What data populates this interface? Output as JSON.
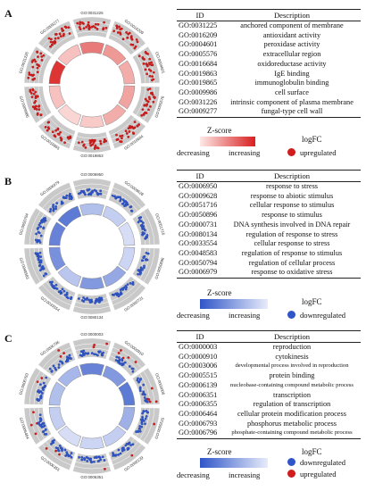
{
  "panels": [
    {
      "label": "A",
      "header": {
        "id": "ID",
        "desc": "Description"
      },
      "terms": [
        {
          "id": "GO:0031225",
          "desc": "anchored component of membrane"
        },
        {
          "id": "GO:0016209",
          "desc": "antioxidant activity"
        },
        {
          "id": "GO:0004601",
          "desc": "peroxidase activity"
        },
        {
          "id": "GO:0005576",
          "desc": "extracellular region"
        },
        {
          "id": "GO:0016684",
          "desc": "oxidoreductase activity"
        },
        {
          "id": "GO:0019863",
          "desc": "IgE binding"
        },
        {
          "id": "GO:0019865",
          "desc": "immunoglobulin binding"
        },
        {
          "id": "GO:0009986",
          "desc": "cell surface"
        },
        {
          "id": "GO:0031226",
          "desc": "intrinsic component of plasma membrane"
        },
        {
          "id": "GO:0009277",
          "desc": "fungal-type cell wall"
        }
      ],
      "circle_labels": [
        "GO:0031225",
        "GO:0016209",
        "GO:0004601",
        "GO:0005576",
        "GO:0016684",
        "GO:0019863",
        "GO:0019865",
        "GO:0009986",
        "GO:0031226",
        "GO:0009277"
      ],
      "zscore_fractions": [
        0.55,
        0.4,
        0.3,
        0.35,
        0.3,
        0.15,
        0.1,
        0.2,
        0.9,
        0.2
      ],
      "zscore_label": "Z-score",
      "zscore_low": "decreasing",
      "zscore_high": "increasing",
      "zscore_colors": [
        "#fde9e7",
        "#d92020"
      ],
      "logfc_label": "logFC",
      "points": [
        {
          "label": "upregulated",
          "color": "#d01c1c"
        }
      ]
    },
    {
      "label": "B",
      "header": {
        "id": "ID",
        "desc": "Description"
      },
      "terms": [
        {
          "id": "GO:0006950",
          "desc": "response to stress"
        },
        {
          "id": "GO:0009628",
          "desc": "response to abiotic stimulus"
        },
        {
          "id": "GO:0051716",
          "desc": "cellular response to stimulus"
        },
        {
          "id": "GO:0050896",
          "desc": "response to stimulus"
        },
        {
          "id": "GO:0000731",
          "desc": "DNA synthesis involved in DNA repair"
        },
        {
          "id": "GO:0080134",
          "desc": "regulation of response to stress"
        },
        {
          "id": "GO:0033554",
          "desc": "cellular response to stress"
        },
        {
          "id": "GO:0048583",
          "desc": "regulation of response to stimulus"
        },
        {
          "id": "GO:0050794",
          "desc": "regulation of cellular process"
        },
        {
          "id": "GO:0006979",
          "desc": "response to oxidative stress"
        }
      ],
      "circle_labels": [
        "GO:0006950",
        "GO:0009628",
        "GO:0051716",
        "GO:0050896",
        "GO:0000731",
        "GO:0080134",
        "GO:0033554",
        "GO:0048583",
        "GO:0050794",
        "GO:0006979"
      ],
      "zscore_fractions": [
        0.7,
        0.8,
        0.9,
        0.85,
        0.55,
        0.45,
        0.75,
        0.4,
        0.3,
        0.25
      ],
      "zscore_label": "Z-score",
      "zscore_low": "decreasing",
      "zscore_high": "increasing",
      "zscore_colors": [
        "#2f55c8",
        "#e8ecfa"
      ],
      "logfc_label": "logFC",
      "points": [
        {
          "label": "downregulated",
          "color": "#2f55c8"
        }
      ]
    },
    {
      "label": "C",
      "header": {
        "id": "ID",
        "desc": "Description"
      },
      "terms": [
        {
          "id": "GO:0000003",
          "desc": "reproduction",
          "small": false
        },
        {
          "id": "GO:0000910",
          "desc": "cytokinesis",
          "small": false
        },
        {
          "id": "GO:0003006",
          "desc": "developmental process involved in reproduction",
          "small": true
        },
        {
          "id": "GO:0005515",
          "desc": "protein binding",
          "small": false
        },
        {
          "id": "GO:0006139",
          "desc": "nucleobase-containing compound metabolic process",
          "small": true
        },
        {
          "id": "GO:0006351",
          "desc": "transcription",
          "small": false
        },
        {
          "id": "GO:0006355",
          "desc": "regulation of transcription",
          "small": false
        },
        {
          "id": "GO:0006464",
          "desc": "cellular protein modification process",
          "small": false
        },
        {
          "id": "GO:0006793",
          "desc": "phosphorus metabolic process",
          "small": false
        },
        {
          "id": "GO:0006796",
          "desc": "phosphate-containing compound metabolic process",
          "small": true
        }
      ],
      "circle_labels": [
        "GO:0000003",
        "GO:0000910",
        "GO:0003006",
        "GO:0005515",
        "GO:0006139",
        "GO:0006351",
        "GO:0006355",
        "GO:0006464",
        "GO:0006793",
        "GO:0006796"
      ],
      "zscore_fractions": [
        0.3,
        0.45,
        0.25,
        0.6,
        0.8,
        0.85,
        0.9,
        0.8,
        0.7,
        0.65
      ],
      "zscore_label": "Z-score",
      "zscore_low": "decreasing",
      "zscore_high": "increasing",
      "zscore_colors": [
        "#2f55c8",
        "#e8ecfa"
      ],
      "logfc_label": "logFC",
      "points": [
        {
          "label": "downregulated",
          "color": "#2f55c8"
        },
        {
          "label": "upregulated",
          "color": "#d01c1c"
        }
      ]
    }
  ]
}
